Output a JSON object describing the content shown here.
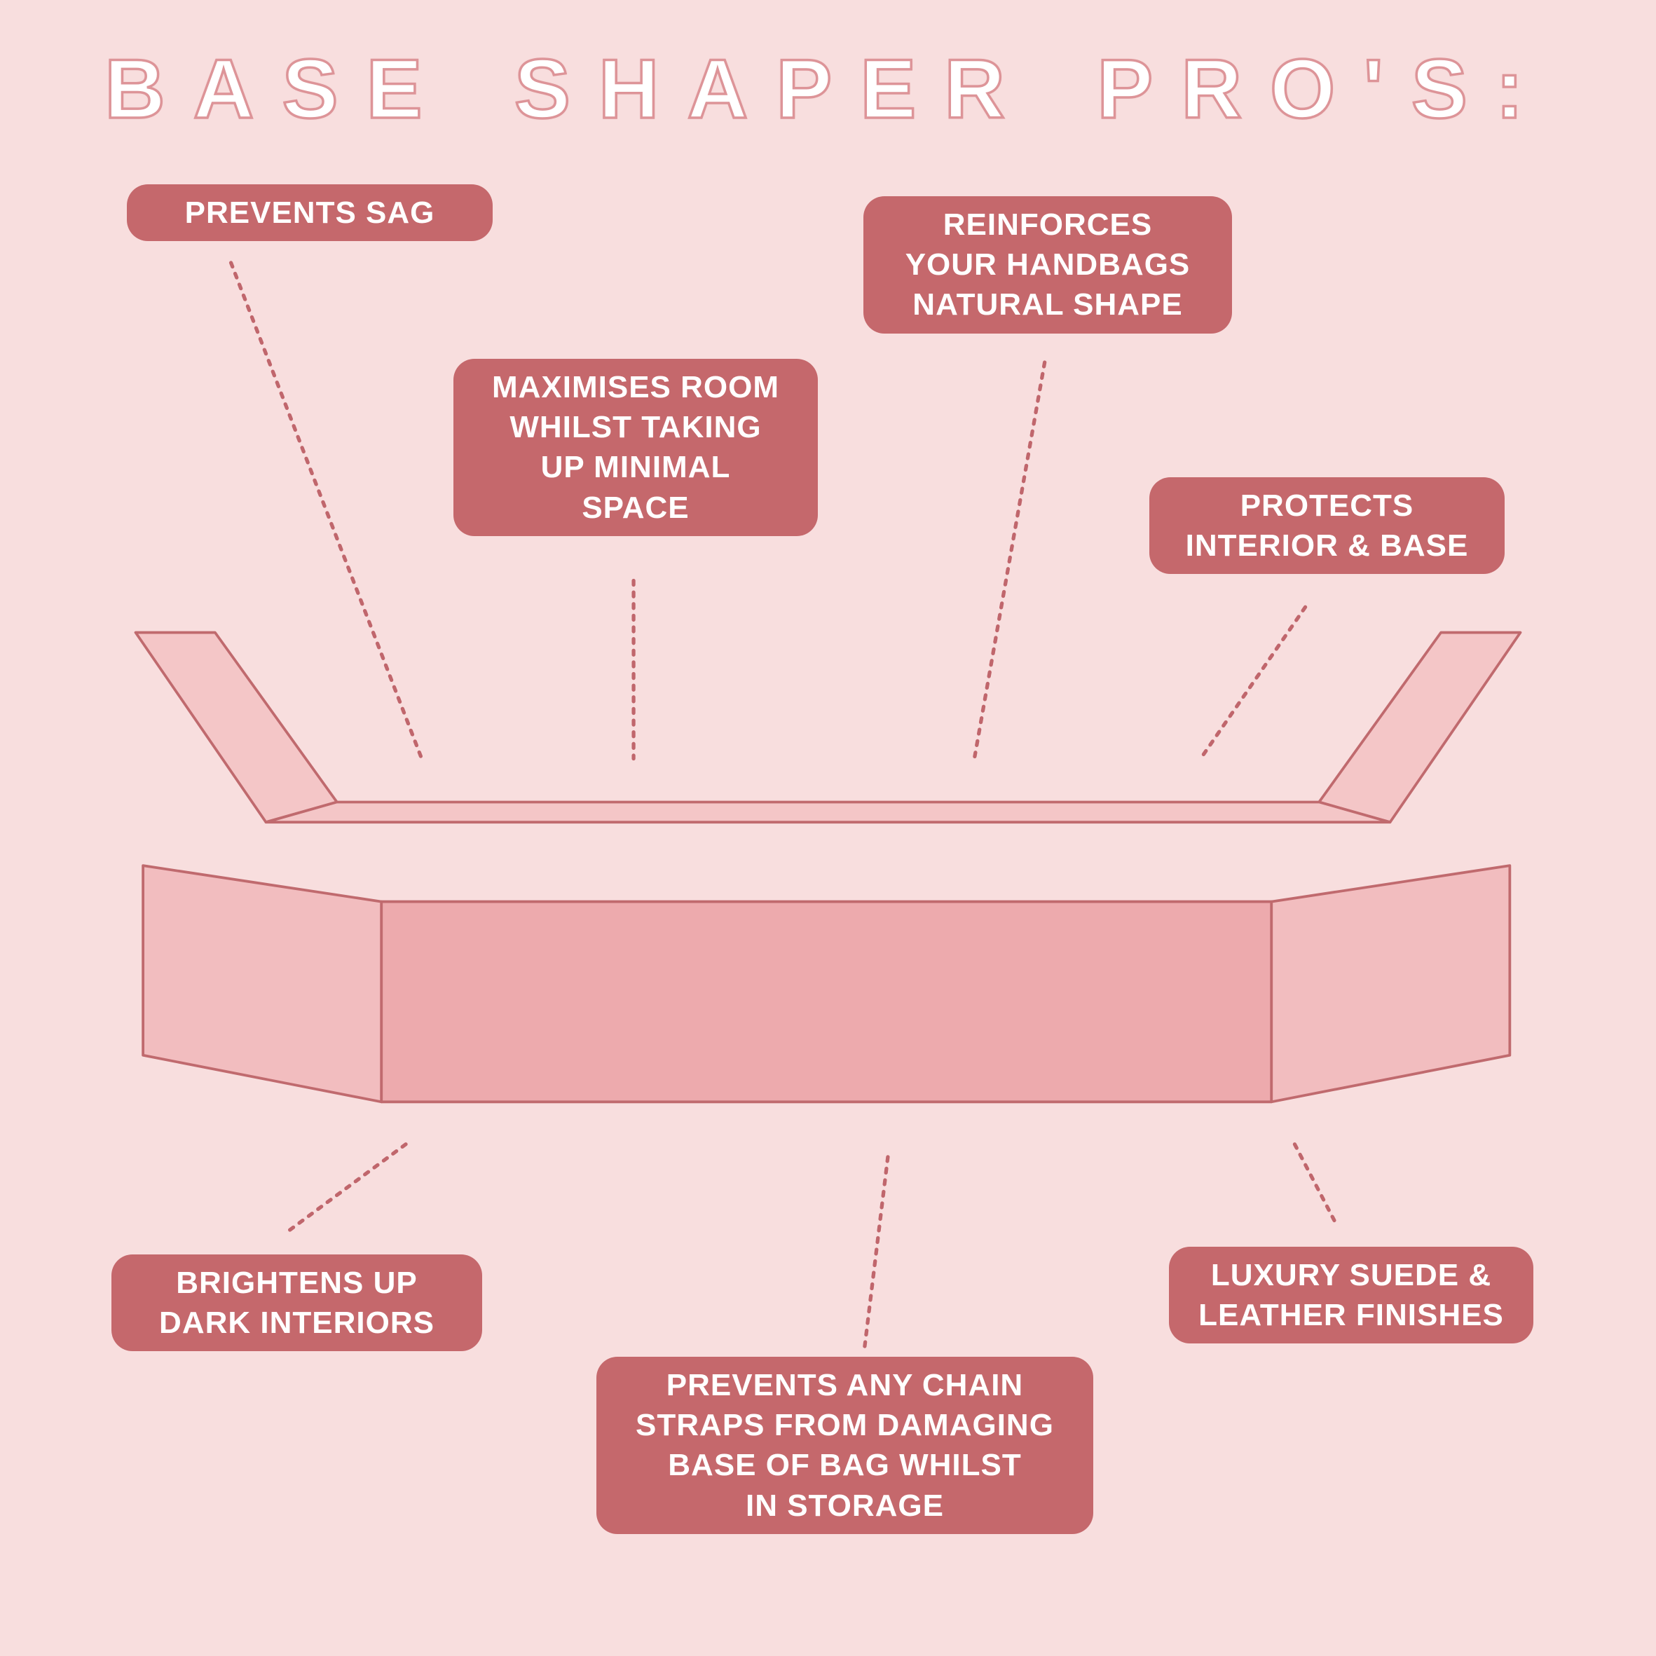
{
  "title": "BASE SHAPER PRO'S:",
  "colors": {
    "background": "#f8dede",
    "callout": "#c5686c",
    "callout_text": "#ffffff",
    "line": "#c0666c",
    "title_fill": "#ffffff",
    "title_outline": "#dd9498",
    "shape_fill_light": "#f4c6c7",
    "shape_fill_flap": "#f2bdbf",
    "shape_fill_medium": "#edaaad",
    "shape_stroke": "#c06a6e"
  },
  "callouts": [
    {
      "id": "prevents-sag",
      "label": "PREVENTS SAG"
    },
    {
      "id": "reinforces",
      "label": "REINFORCES\nYOUR HANDBAGS\nNATURAL SHAPE"
    },
    {
      "id": "maximises",
      "label": "MAXIMISES ROOM\nWHILST TAKING\nUP MINIMAL\nSPACE"
    },
    {
      "id": "protects",
      "label": "PROTECTS\nINTERIOR & BASE"
    },
    {
      "id": "brightens",
      "label": "BRIGHTENS UP\nDARK INTERIORS"
    },
    {
      "id": "luxury",
      "label": "LUXURY SUEDE &\nLEATHER FINISHES"
    },
    {
      "id": "prevents-chain",
      "label": "PREVENTS ANY CHAIN\nSTRAPS FROM DAMAGING\nBASE OF BAG WHILST\nIN STORAGE"
    }
  ]
}
